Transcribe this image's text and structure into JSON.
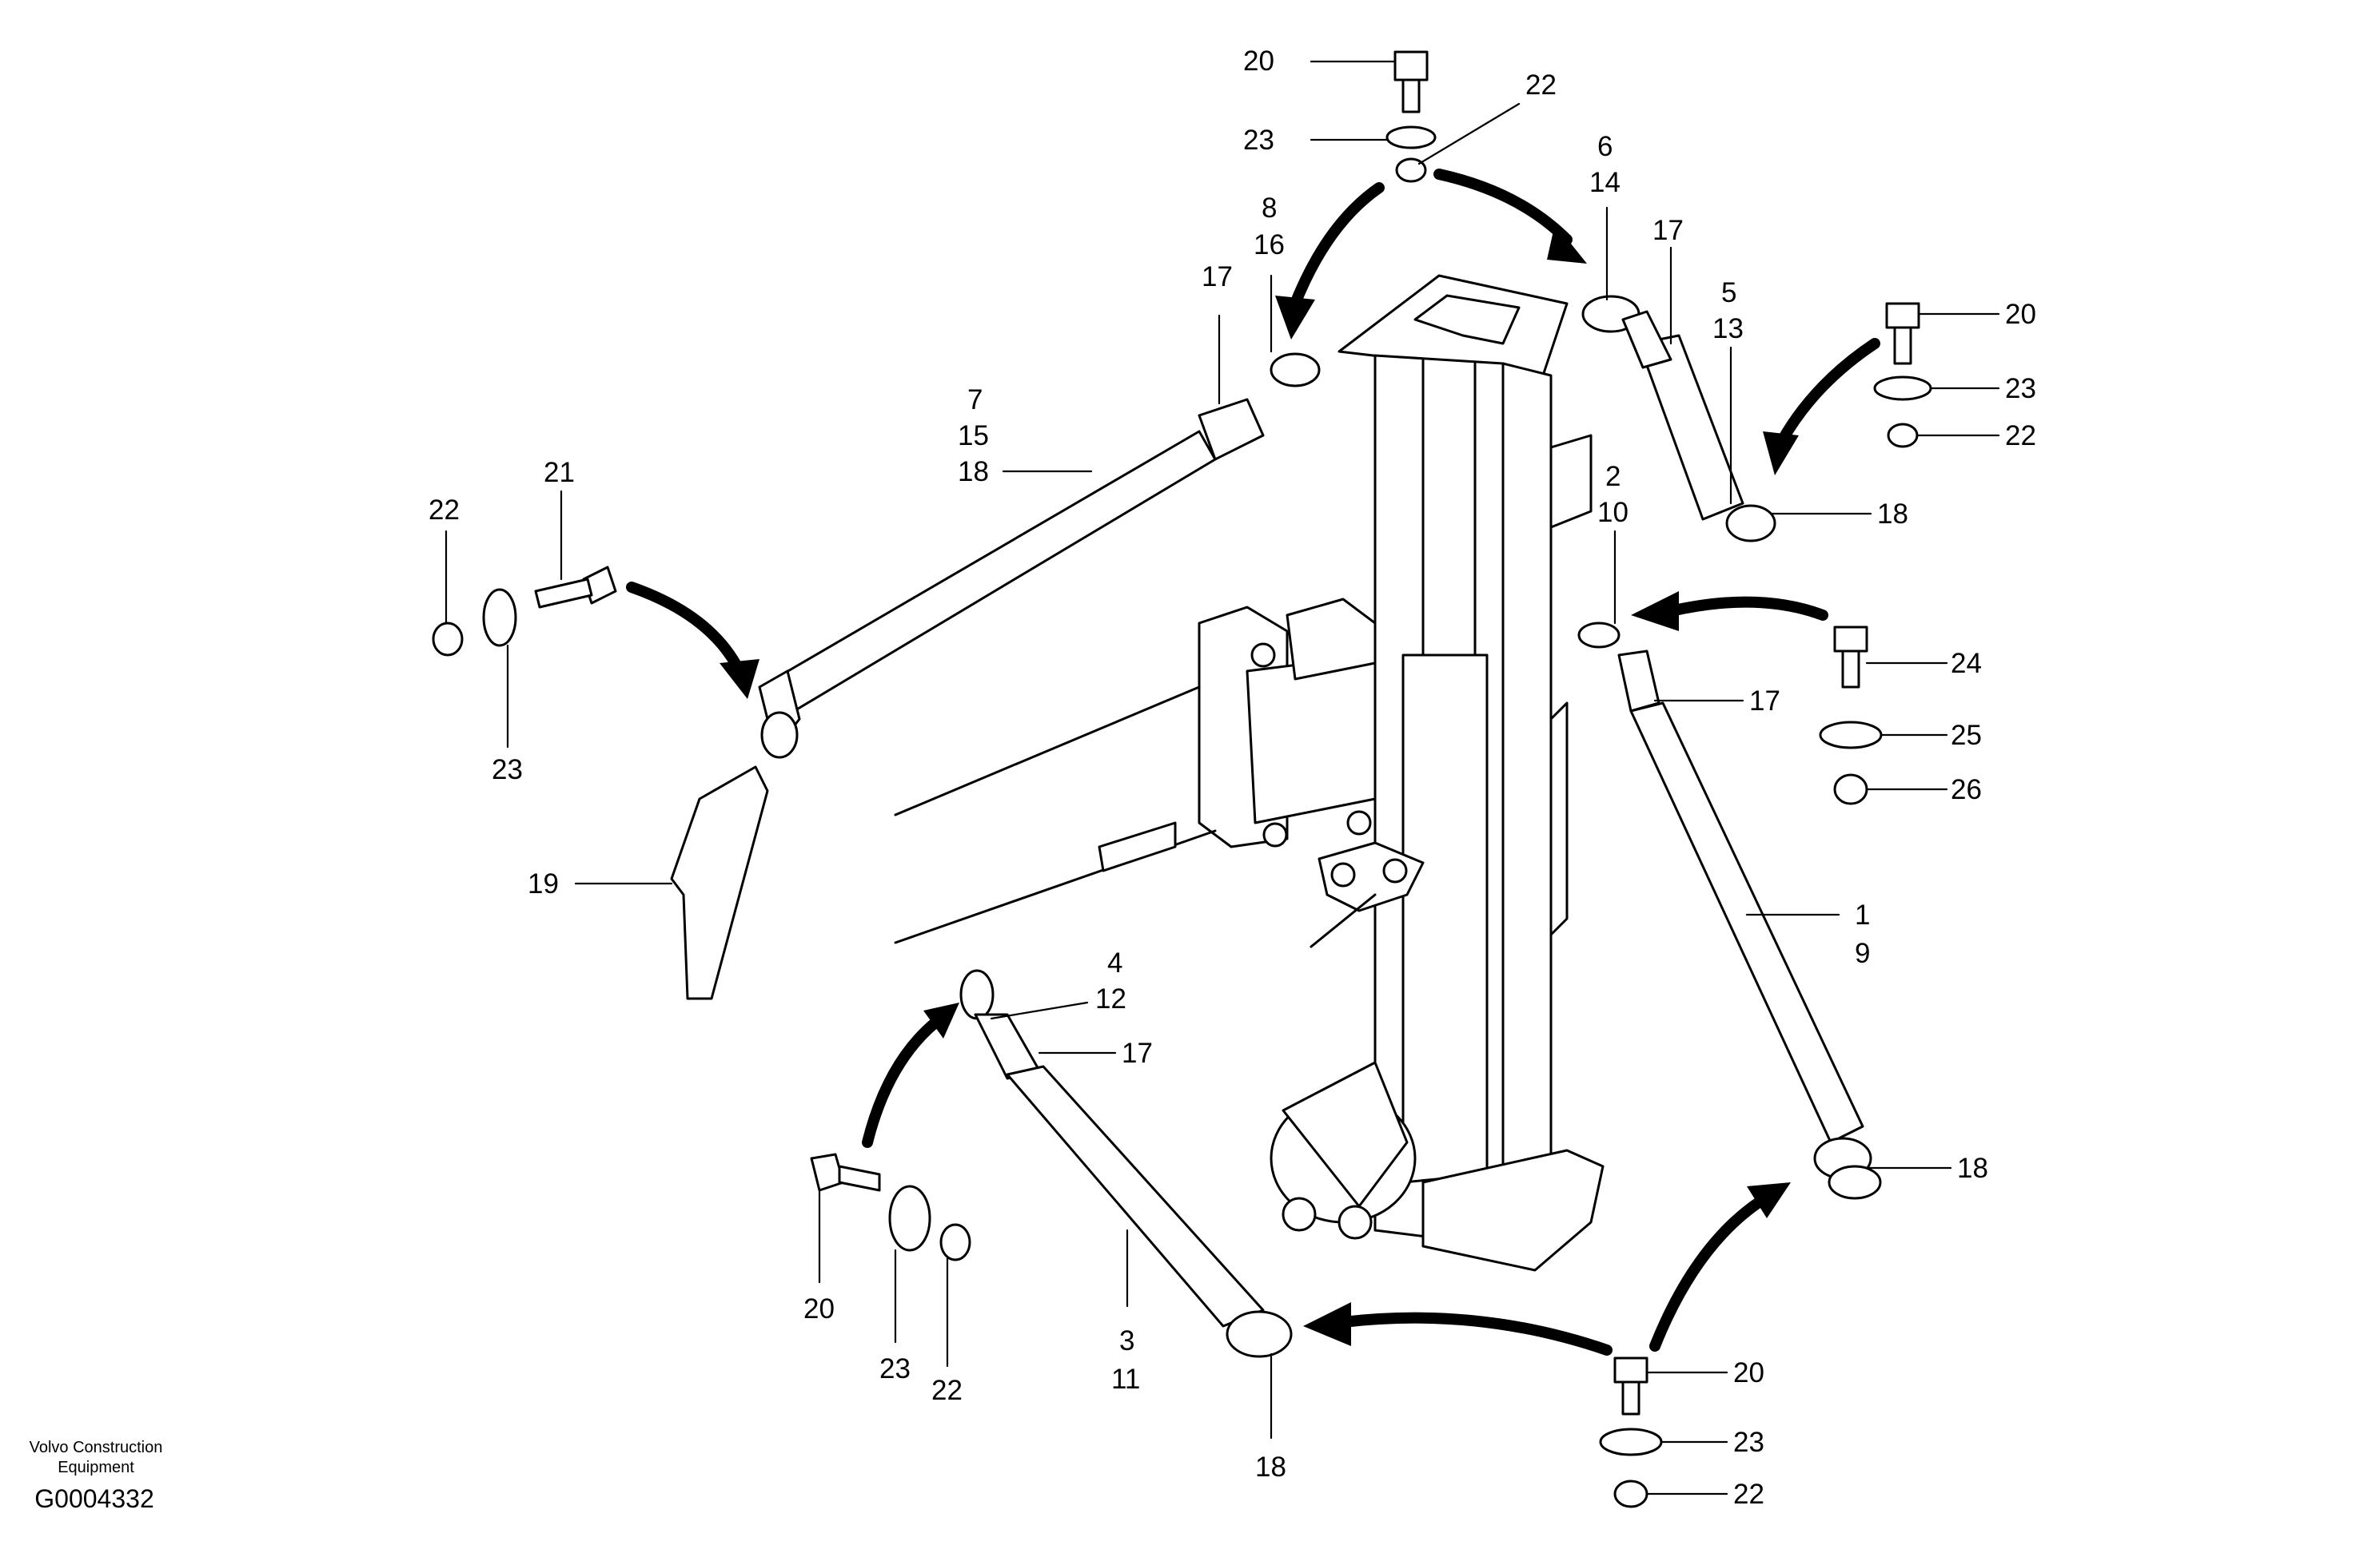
{
  "callouts": {
    "c20_top": "20",
    "c22_top": "22",
    "c23_top": "23",
    "c6": "6",
    "c14": "14",
    "c17_tr": "17",
    "c5": "5",
    "c13": "13",
    "c20_r": "20",
    "c23_r": "23",
    "c22_r": "22",
    "c18_tr": "18",
    "c8": "8",
    "c16": "16",
    "c17_tl": "17",
    "c7": "7",
    "c15": "15",
    "c18_l": "18",
    "c22_l": "22",
    "c21": "21",
    "c23_l": "23",
    "c19": "19",
    "c2": "2",
    "c10": "10",
    "c24": "24",
    "c17_mr": "17",
    "c25": "25",
    "c26": "26",
    "c1": "1",
    "c9": "9",
    "c18_br": "18",
    "c4": "4",
    "c12": "12",
    "c17_bl": "17",
    "c20_bl": "20",
    "c23_bl": "23",
    "c22_bl": "22",
    "c3": "3",
    "c11": "11",
    "c18_b": "18",
    "c20_br": "20",
    "c23_br": "23",
    "c22_br": "22"
  },
  "footer": {
    "company_line1": "Volvo Construction",
    "company_line2": "Equipment",
    "drawing_code": "G0004332"
  }
}
